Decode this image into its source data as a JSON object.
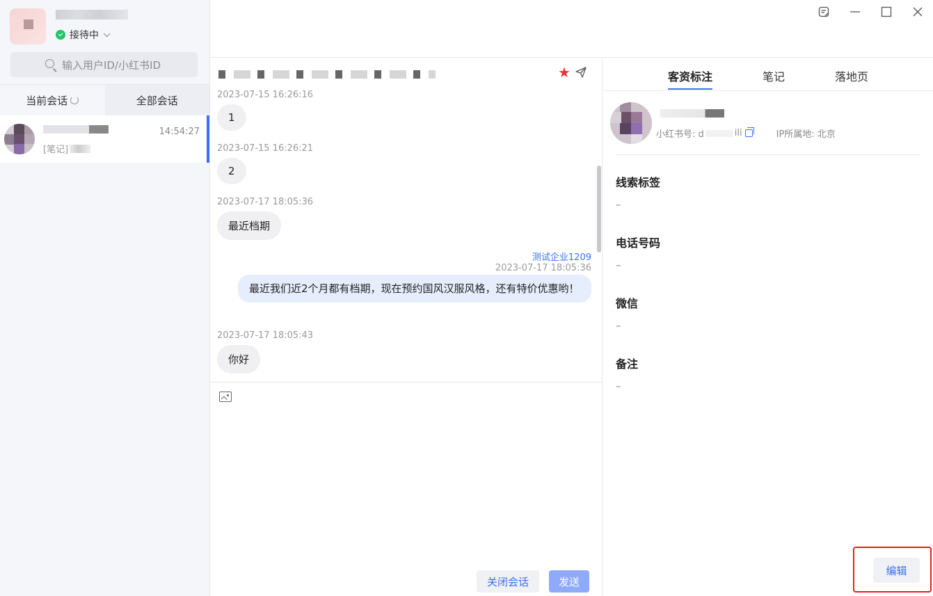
{
  "window": {
    "controls": [
      "notes-icon",
      "minimize-icon",
      "maximize-icon",
      "close-icon"
    ]
  },
  "sidebar": {
    "status": "接待中",
    "search_placeholder": "输入用户ID/小红书ID",
    "tabs": [
      {
        "label": "当前会话",
        "active": true
      },
      {
        "label": "全部会话",
        "active": false
      }
    ],
    "conversation": {
      "time": "14:54:27",
      "preview": "[笔记]"
    }
  },
  "chat": {
    "messages": [
      {
        "time": "2023-07-15 16:26:16",
        "text": "1",
        "self": false
      },
      {
        "time": "2023-07-15 16:26:21",
        "text": "2",
        "self": false
      },
      {
        "time": "2023-07-17 18:05:36",
        "text": "最近档期",
        "self": false
      },
      {
        "sender": "测试企业1209",
        "time": "2023-07-17 18:05:36",
        "text": "最近我们近2个月都有档期，现在预约国风汉服风格，还有特价优惠哟！",
        "self": true
      },
      {
        "time": "2023-07-17 18:05:43",
        "text": "你好",
        "self": false
      }
    ],
    "close_label": "关闭会话",
    "send_label": "发送"
  },
  "panel": {
    "tabs": [
      {
        "label": "客资标注",
        "active": true
      },
      {
        "label": "笔记",
        "active": false
      },
      {
        "label": "落地页",
        "active": false
      }
    ],
    "customer": {
      "xhs_label": "小红书号: d",
      "xhs_suffix": "ili",
      "ip_label": "IP所属地: 北京"
    },
    "fields": [
      {
        "label": "线索标签",
        "value": "–"
      },
      {
        "label": "电话号码",
        "value": "–"
      },
      {
        "label": "微信",
        "value": "–"
      },
      {
        "label": "备注",
        "value": "–"
      }
    ],
    "edit_label": "编辑"
  },
  "colors": {
    "accent": "#3a6ff7",
    "status_green": "#24c46b",
    "star_red": "#f23030",
    "highlight_red": "#e02020"
  }
}
